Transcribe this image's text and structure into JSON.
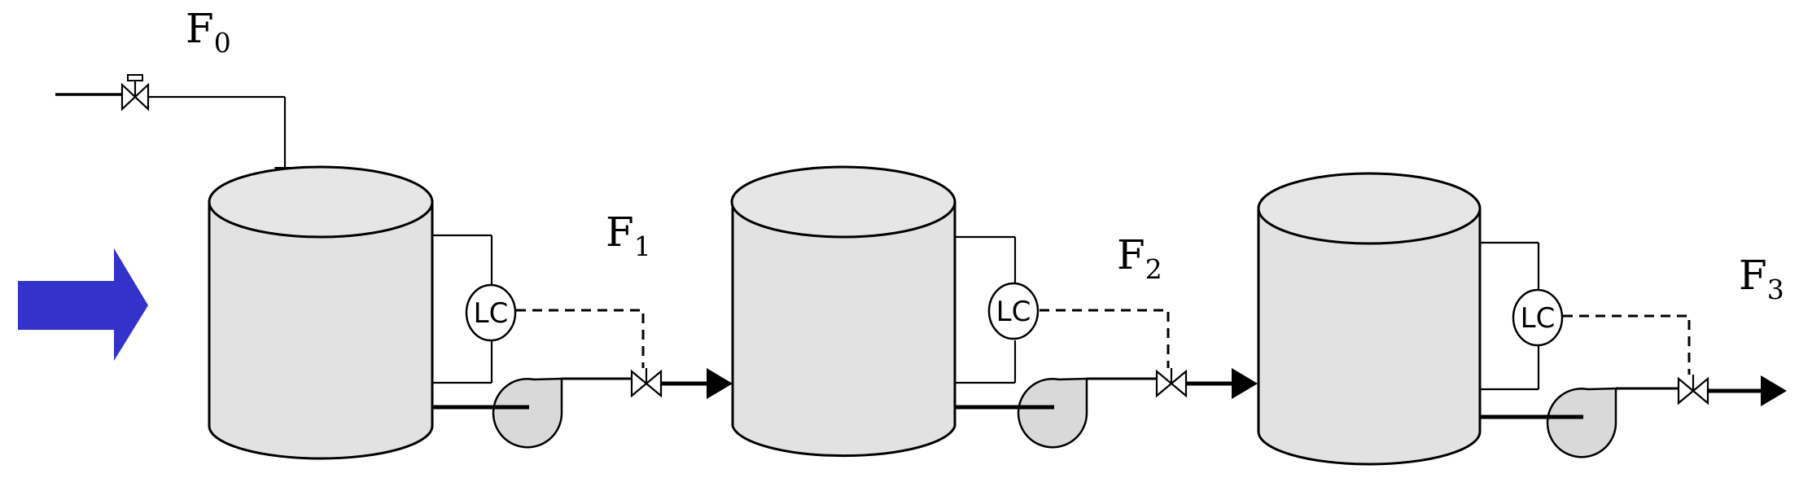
{
  "flows": [
    {
      "main": "F",
      "sub": "0"
    },
    {
      "main": "F",
      "sub": "1"
    },
    {
      "main": "F",
      "sub": "2"
    },
    {
      "main": "F",
      "sub": "3"
    }
  ],
  "controllers": [
    {
      "label": "LC"
    },
    {
      "label": "LC"
    },
    {
      "label": "LC"
    }
  ],
  "colors": {
    "direction_arrow": "#3333cc",
    "tank_fill": "#e2e2e2",
    "pump_fill": "#d9d9d9"
  }
}
